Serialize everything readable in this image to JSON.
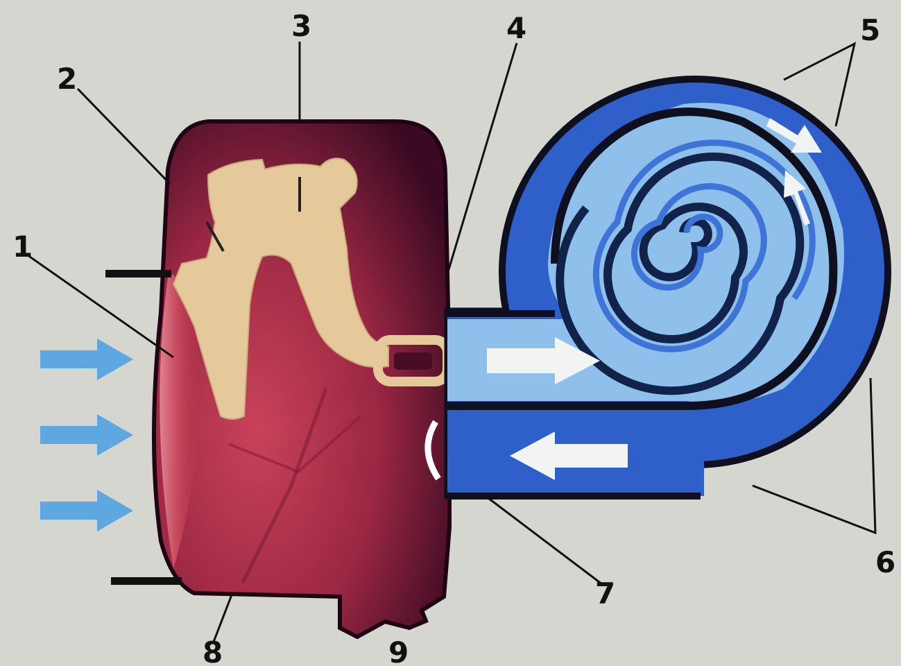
{
  "labels": {
    "l1": "1",
    "l2": "2",
    "l3": "3",
    "l4": "4",
    "l5": "5",
    "l6": "6",
    "l7": "7",
    "l8": "8",
    "l9": "9"
  },
  "colors": {
    "background": "#d6d6d1",
    "middle_ear_light": "#c43d55",
    "middle_ear_dark": "#3a0a22",
    "ossicles": "#e6c99a",
    "cochlea_dark": "#2f5fc8",
    "cochlea_light": "#8fc0ec",
    "sound_wave_arrows": "#5ea7e0",
    "flow_arrows": "#f2f4f4"
  }
}
